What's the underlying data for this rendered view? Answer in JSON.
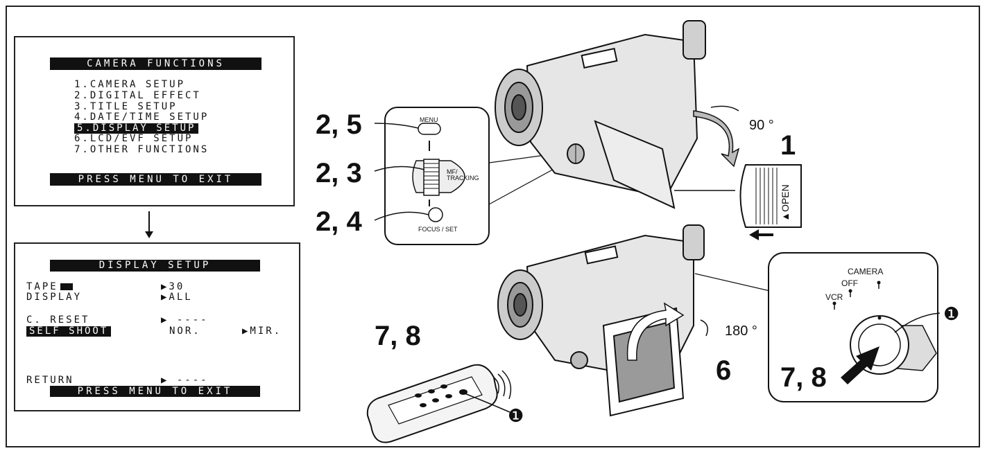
{
  "menu1": {
    "title": "CAMERA FUNCTIONS",
    "items": [
      "1.CAMERA SETUP",
      "2.DIGITAL EFFECT",
      "3.TITLE SETUP",
      "4.DATE/TIME SETUP",
      "5.DISPLAY SETUP",
      "6.LCD/EVF SETUP",
      "7.OTHER FUNCTIONS"
    ],
    "footer": "PRESS MENU TO EXIT"
  },
  "menu2": {
    "title": "DISPLAY SETUP",
    "tape_label": "TAPE",
    "tape_value": "▶30",
    "display_label": "DISPLAY",
    "display_value": "▶ALL",
    "creset_label": "C. RESET",
    "creset_value": "▶ ----",
    "selfshoot_label": "SELF SHOOT",
    "selfshoot_nor": "NOR.",
    "selfshoot_mir": "▶MIR.",
    "return_label": "RETURN",
    "return_value": "▶ ----",
    "footer": "PRESS MENU TO EXIT"
  },
  "steps": {
    "s25": "2, 5",
    "s23": "2, 3",
    "s24": "2, 4",
    "s1": "1",
    "s6": "6",
    "s78_left": "7, 8",
    "s78_right": "7, 8"
  },
  "labels": {
    "menu_button": "MENU",
    "mf_tracking_1": "MF/",
    "mf_tracking_2": "TRACKING",
    "focus_set": "FOCUS / SET",
    "deg90": "90 °",
    "deg180": "180 °",
    "open": "▲OPEN",
    "camera": "CAMERA",
    "off": "OFF",
    "vcr": "VCR",
    "callout": "❶"
  }
}
